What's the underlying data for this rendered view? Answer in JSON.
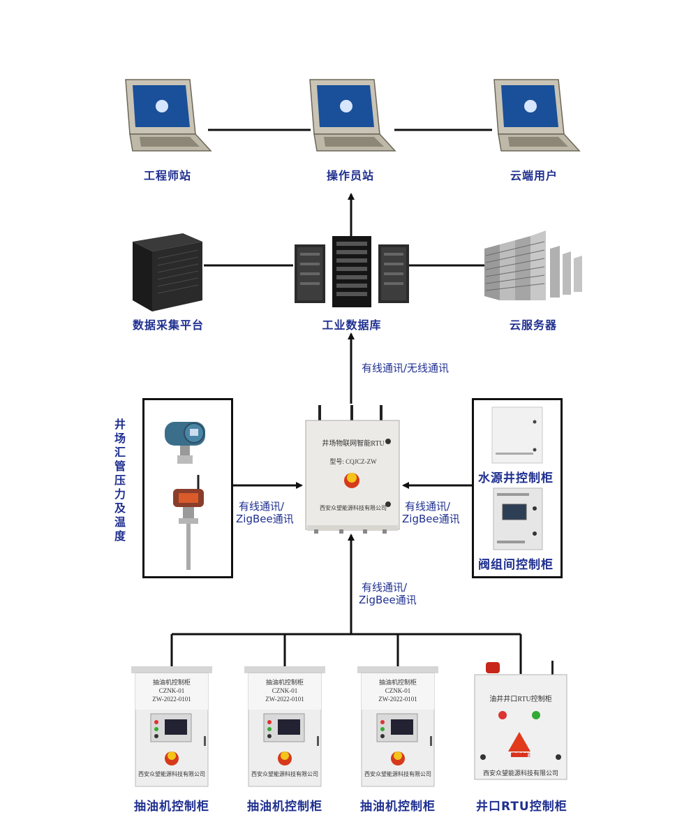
{
  "top_row": {
    "engineer_station": "工程师站",
    "operator_station": "操作员站",
    "cloud_user": "云端用户"
  },
  "middle_row": {
    "data_platform": "数据采集平台",
    "industrial_db": "工业数据库",
    "cloud_server": "云服务器"
  },
  "comm_up": "有线通讯/无线通讯",
  "rtu": {
    "title": "井场物联网智能RTU",
    "model": "型号: CQJCZ-ZW",
    "maker": "西安众望能源科技有限公司"
  },
  "left_group": {
    "label": "井场汇管压力及温度",
    "comm_line1": "有线通讯/",
    "comm_line2": "ZigBee通讯"
  },
  "right_group": {
    "water_cabinet": "水源井控制柜",
    "valve_cabinet": "阀组间控制柜",
    "comm_line1": "有线通讯/",
    "comm_line2": "ZigBee通讯"
  },
  "bottom_comm": {
    "line1": "有线通讯/",
    "line2": "ZigBee通讯"
  },
  "pump_cabinet": {
    "plate_title": "抽油机控制柜",
    "plate_model": "CZNK-01",
    "plate_code": "ZW-2022-0101",
    "maker": "西安众望能源科技有限公司",
    "label": "抽油机控制柜"
  },
  "wellhead_cabinet": {
    "plate_title": "油井井口RTU控制柜",
    "warning": "高压危险",
    "maker": "西安众望能源科技有限公司",
    "label": "井口RTU控制柜"
  },
  "colors": {
    "label_blue": "#1f2f8f",
    "line_black": "#111111"
  }
}
